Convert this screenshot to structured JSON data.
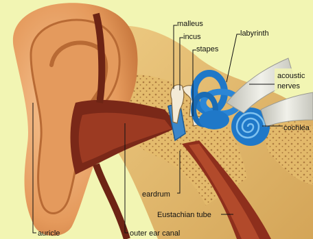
{
  "labels": {
    "malleus": "malleus",
    "incus": "incus",
    "stapes": "stapes",
    "labyrinth": "labyrinth",
    "acoustic": "acoustic",
    "nerves": "nerves",
    "cochlea": "cochlea",
    "eardrum": "eardrum",
    "eustachian_tube": "Eustachian tube",
    "auricle": "auricle",
    "outer_ear_canal": "outer ear canal"
  },
  "colors": {
    "background": "#f2f5b3",
    "skin": "#e9a56a",
    "canal": "#7a2818",
    "bone": "#e0b86a",
    "labyrinth_blue": "#1f78c8",
    "nerve_gray": "#d9d9d2"
  }
}
